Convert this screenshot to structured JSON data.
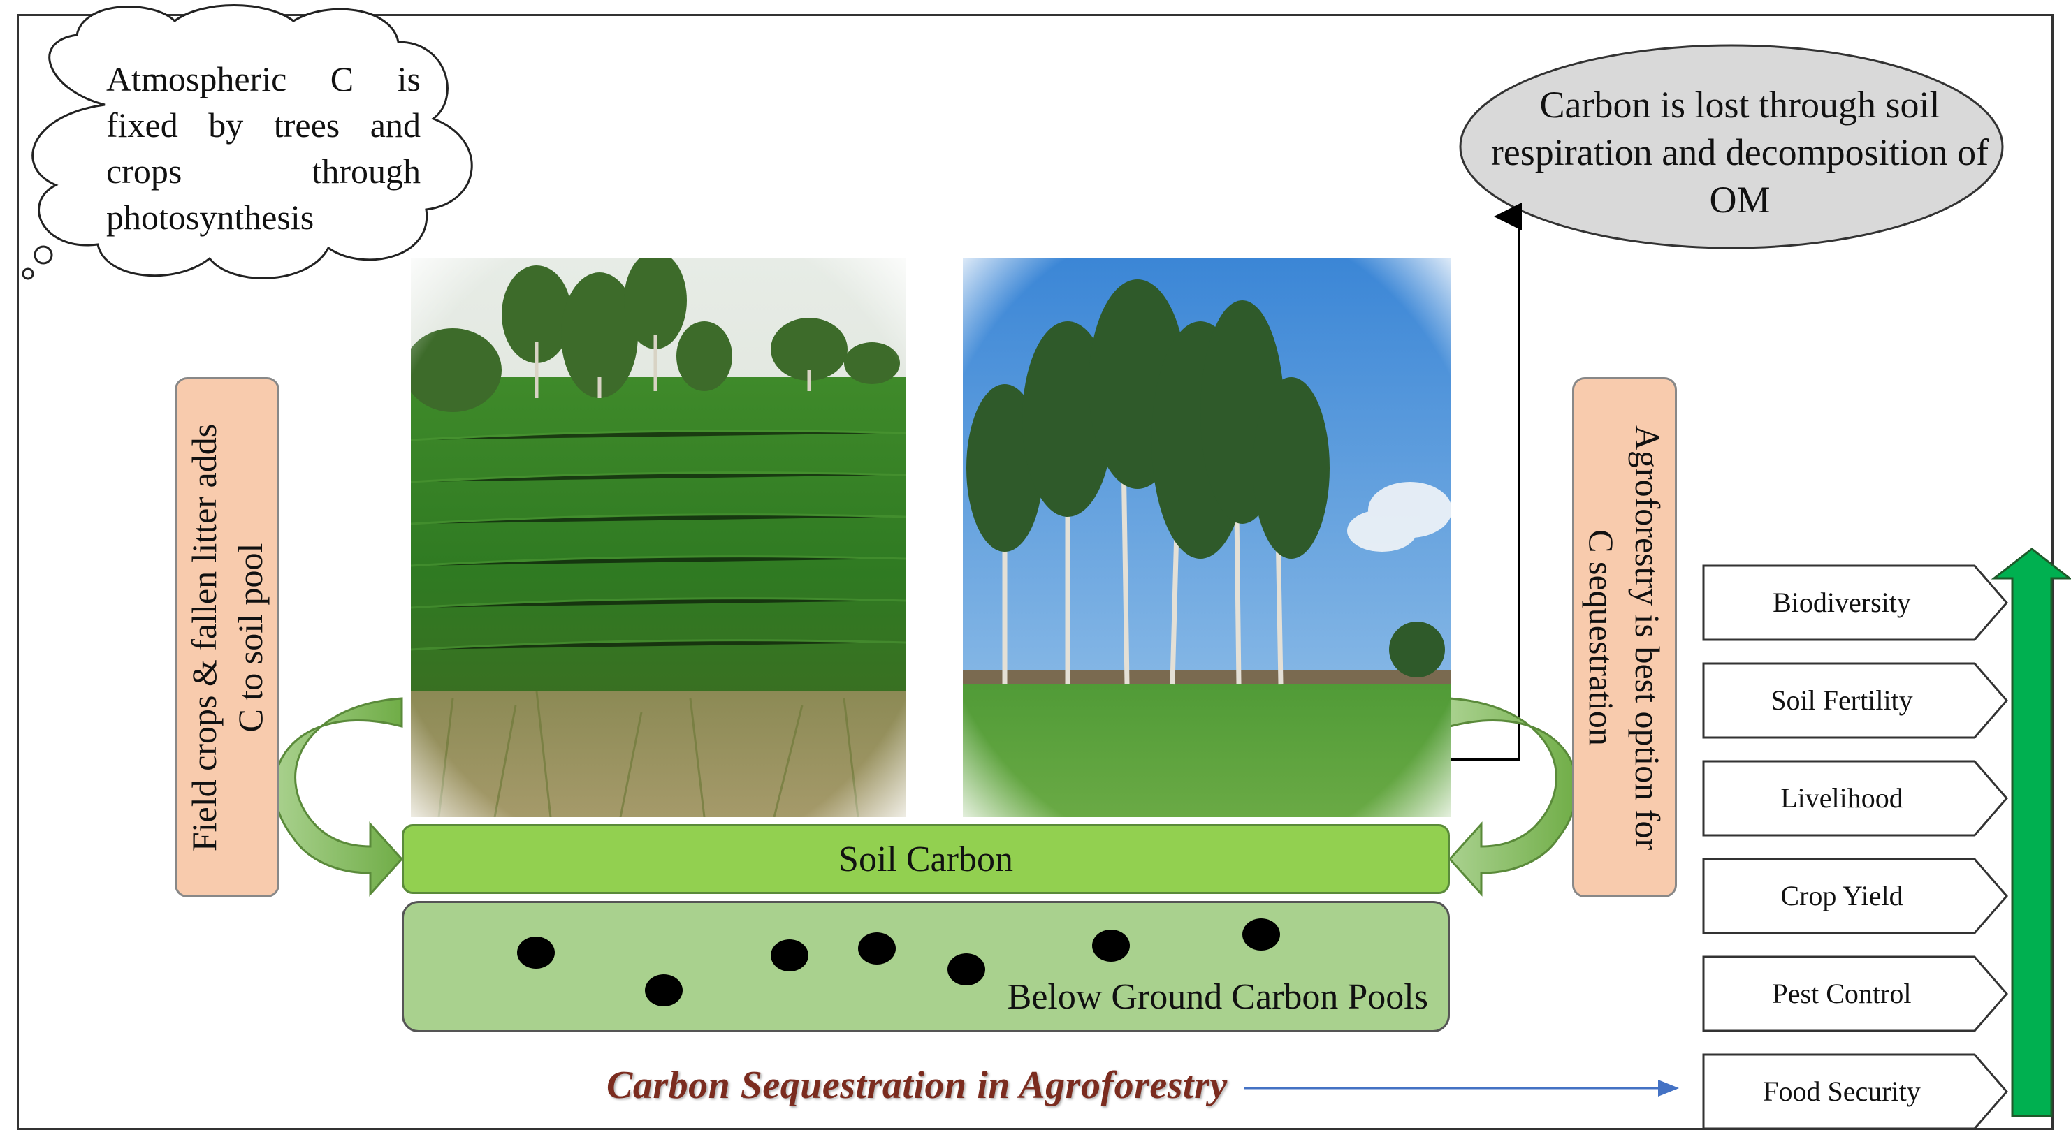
{
  "cloud_text": "Atmospheric C is fixed by trees and crops through photosynthesis",
  "ellipse_text": "Carbon is lost through soil respiration and decomposition of OM",
  "left_box": {
    "line1": "Field crops & fallen litter adds",
    "line2": "C to soil pool"
  },
  "right_box": {
    "line1": "Agroforestry is best option for",
    "line2": "C sequestration"
  },
  "soil_carbon": "Soil Carbon",
  "below_ground": "Below Ground Carbon Pools",
  "caption": "Carbon Sequestration in Agroforestry",
  "benefits": [
    {
      "label": "Biodiversity"
    },
    {
      "label": "Soil Fertility"
    },
    {
      "label": "Livelihood"
    },
    {
      "label": "Crop Yield"
    },
    {
      "label": "Pest Control"
    },
    {
      "label": "Food Security"
    }
  ],
  "colors": {
    "box_fill": "#f8cbad",
    "soil_carbon": "#92d050",
    "below_ground": "#a9d18e",
    "green_arrow": "#70ad47",
    "up_arrow": "#00b050",
    "ellipse_fill": "#d9d9d9",
    "caption": "#7b2c1f"
  }
}
